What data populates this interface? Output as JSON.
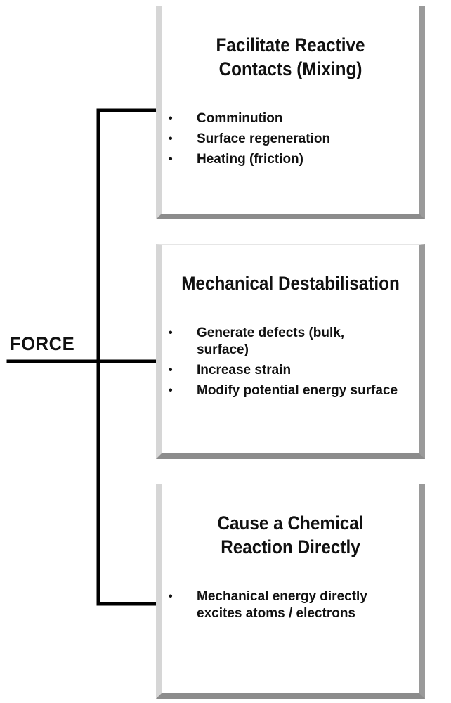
{
  "root_label": "FORCE",
  "boxes": [
    {
      "title_lines": [
        "Facilitate Reactive",
        "Contacts (Mixing)"
      ],
      "items": [
        "Comminution",
        "Surface regeneration",
        "Heating (friction)"
      ]
    },
    {
      "title_lines": [
        "Mechanical Destabilisation"
      ],
      "items": [
        "Generate defects (bulk, surface)",
        "Increase strain",
        "Modify potential energy surface"
      ]
    },
    {
      "title_lines": [
        "Cause a Chemical",
        "Reaction Directly"
      ],
      "items": [
        "Mechanical energy directly excites atoms / electrons"
      ]
    }
  ],
  "colors": {
    "line": "#000000",
    "text": "#111111"
  }
}
